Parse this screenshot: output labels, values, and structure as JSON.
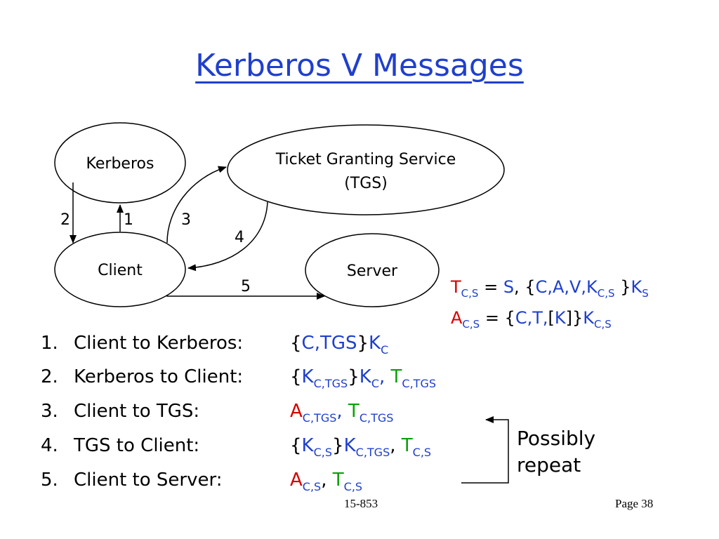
{
  "title": "Kerberos V Messages",
  "nodes": {
    "kerberos": "Kerberos",
    "tgs_line1": "Ticket Granting Service",
    "tgs_line2": "(TGS)",
    "client": "Client",
    "server": "Server"
  },
  "edges": [
    "1",
    "2",
    "3",
    "4",
    "5"
  ],
  "formulas": {
    "ticket": {
      "lhs": "T",
      "lhs_sub": "C,S",
      "eq": " = ",
      "s": "S",
      "comma": ", {",
      "body": "C,A,V,K",
      "body_sub": "C,S",
      "close": " }",
      "key": "K",
      "key_sub": "S"
    },
    "auth": {
      "lhs": "A",
      "lhs_sub": "C,S",
      "eq": " = {",
      "body": "C,T,",
      "open_br": "[",
      "k": "K",
      "close_br": "]}",
      "key": "K",
      "key_sub": "C,S"
    }
  },
  "messages": [
    {
      "num": "1.",
      "label": "Client to Kerberos:"
    },
    {
      "num": "2.",
      "label": "Kerberos to Client:"
    },
    {
      "num": "3.",
      "label": "Client to TGS:"
    },
    {
      "num": "4.",
      "label": "TGS to Client:"
    },
    {
      "num": "5.",
      "label": "Client to Server:"
    }
  ],
  "message_values": {
    "m1": {
      "open": "{",
      "body": "C,TGS",
      "close": "}",
      "key": "K",
      "key_sub": "C"
    },
    "m2": {
      "open": "{",
      "k": "K",
      "k_sub": "C,TGS",
      "close": "}",
      "key": "K",
      "key_sub": "C",
      "sep": ", ",
      "t": "T",
      "t_sub": "C,TGS"
    },
    "m3": {
      "a": "A",
      "a_sub": "C,TGS",
      "sep": ", ",
      "t": "T",
      "t_sub": "C,TGS"
    },
    "m4": {
      "open": "{",
      "k": "K",
      "k_sub": "C,S",
      "close": "}",
      "key": "K",
      "key_sub": "C,TGS",
      "sep": ", ",
      "t": "T",
      "t_sub": "C,S"
    },
    "m5": {
      "a": "A",
      "a_sub": "C,S",
      "sep": ", ",
      "t": "T",
      "t_sub": "C,S"
    }
  },
  "note": {
    "line1": "Possibly",
    "line2": "repeat"
  },
  "footer": {
    "course": "15-853",
    "page": "Page 38"
  },
  "colors": {
    "blue": "#1f3fcc",
    "red": "#d40000",
    "green": "#0aa00a"
  }
}
